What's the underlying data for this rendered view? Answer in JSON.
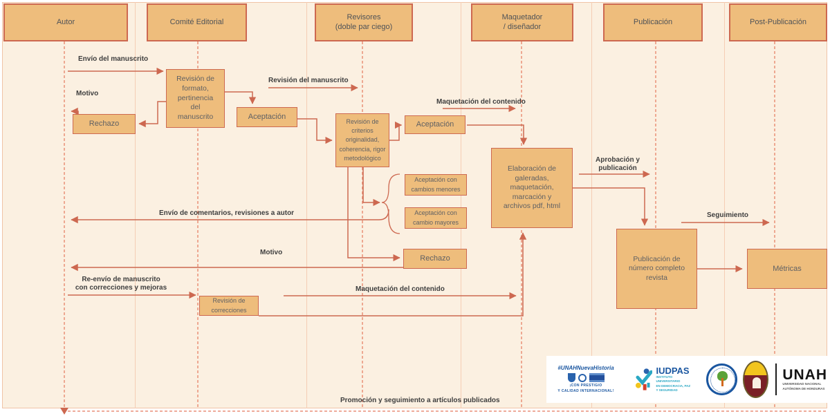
{
  "lanes": [
    {
      "title": "Autor"
    },
    {
      "title": "Comité Editorial"
    },
    {
      "title": "Revisores\n(doble par ciego)"
    },
    {
      "title": "Maquetador\n/ diseñador"
    },
    {
      "title": "Publicación"
    },
    {
      "title": "Post-Publicación"
    }
  ],
  "boxes": {
    "revision_formato": "Revisión de\nformato,\npertinencia\ndel\nmanuscrito",
    "rechazo_1": "Rechazo",
    "aceptacion_1": "Aceptación",
    "revision_criterios": "Revisión de\ncriterios\noriginalidad,\ncoherencia, rigor\nmetodológico",
    "aceptacion_2": "Aceptación",
    "aceptacion_menores": "Aceptación con\ncambios menores",
    "aceptacion_mayores": "Aceptación con\ncambio mayores",
    "rechazo_2": "Rechazo",
    "elaboracion": "Elaboración de\ngaleradas,\nmaquetación,\nmarcación y\narchivos pdf, html",
    "revision_correcciones": "Revisión de\ncorrecciones",
    "publicacion_numero": "Publicación de\nnúmero completo\nrevista",
    "metricas": "Métricas"
  },
  "flow_labels": {
    "envio_manuscrito": "Envío del manuscrito",
    "motivo_1": "Motivo",
    "revision_manuscrito": "Revisión del manuscrito",
    "maquetacion_1": "Maquetación del contenido",
    "aprobacion": "Aprobación y\npublicación",
    "seguimiento": "Seguimiento",
    "envio_comentarios": "Envío de comentarios, revisiones a autor",
    "motivo_2": "Motivo",
    "reenvio": "Re-envío de manuscrito\ncon correcciones y mejoras",
    "maquetacion_2": "Maquetación del contenido",
    "promocion": "Promoción y seguimiento a artículos publicados"
  },
  "logos": {
    "nueva_historia": {
      "title": "#UNAHNuevaHistoria",
      "tagline": "¡CON PRESTIGIO\nY CALIDAD INTERNACIONAL!"
    },
    "iudpas": {
      "name": "IUDPAS",
      "subtitle": "INSTITUTO UNIVERSITARIO\nEN DEMOCRACIA, PAZ\nY SEGURIDAD"
    },
    "unah": {
      "name": "UNAH",
      "subtitle": "UNIVERSIDAD NACIONAL\nAUTÓNOMA DE HONDURAS"
    }
  },
  "colors": {
    "background": "#fbf0e1",
    "box_fill": "#eebd7c",
    "box_border": "#cd6850",
    "arrow": "#cd6850",
    "lifeline": "#e4785c",
    "lane_divider": "#f5cdb4",
    "label_text": "#3e3e3e",
    "box_text": "#5f6063",
    "logo_blue": "#1a56a0"
  }
}
